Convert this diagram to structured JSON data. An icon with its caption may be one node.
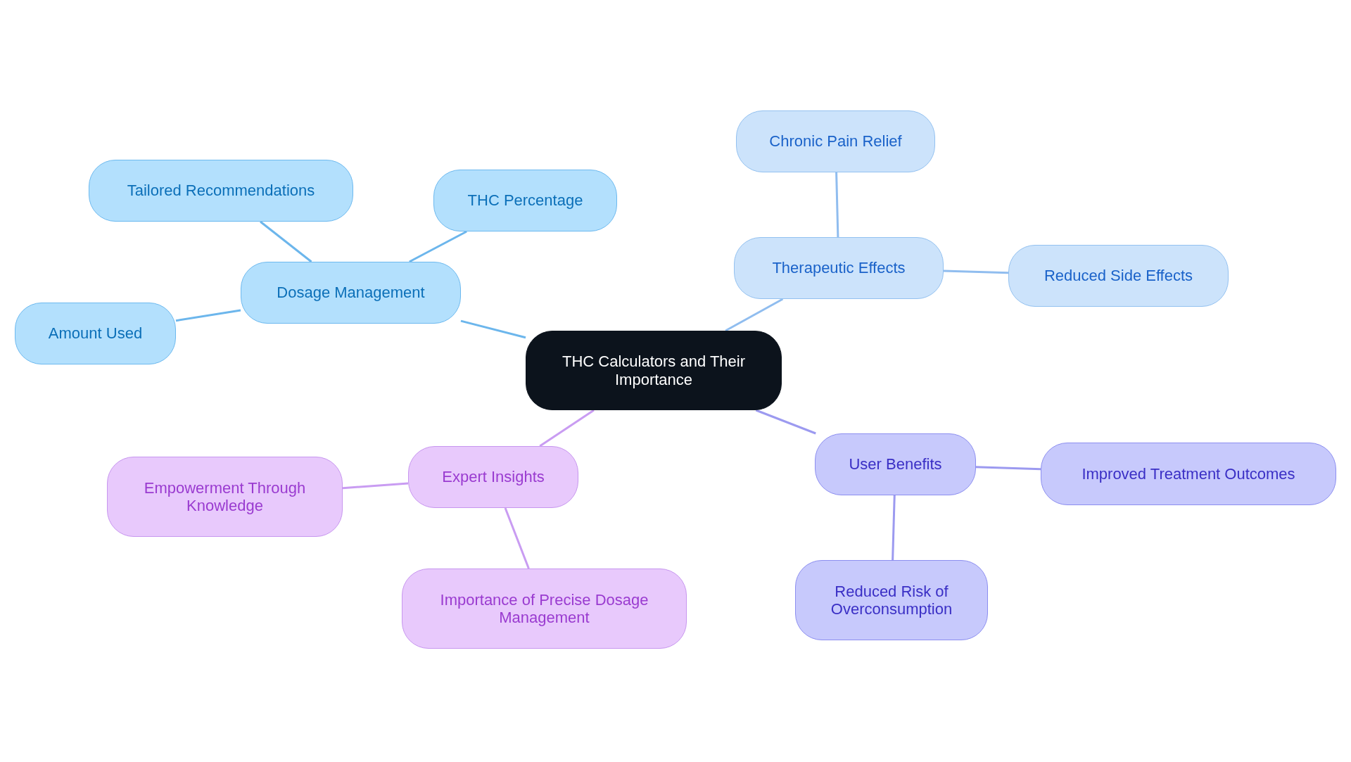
{
  "diagram": {
    "nodes": [
      {
        "text": [
          "THC Calculators and Their Importance"
        ]
      },
      {
        "text": [
          "Dosage Management"
        ]
      },
      {
        "text": [
          "Tailored Recommendations"
        ]
      },
      {
        "text": [
          "THC Percentage"
        ]
      },
      {
        "text": [
          "Amount Used"
        ]
      },
      {
        "text": [
          "Therapeutic Effects"
        ]
      },
      {
        "text": [
          "Chronic Pain Relief"
        ]
      },
      {
        "text": [
          "Reduced Side Effects"
        ]
      },
      {
        "text": [
          "User Benefits"
        ]
      },
      {
        "text": [
          "Improved Treatment Outcomes"
        ]
      },
      {
        "text": [
          "Reduced Risk of Overconsumption"
        ]
      },
      {
        "text": [
          "Expert Insights"
        ]
      },
      {
        "text": [
          "Empowerment Through Knowledge"
        ]
      },
      {
        "text": [
          "Importance of Precise Dosage Management"
        ]
      }
    ],
    "edges": [
      {
        "from": 0,
        "to": 1,
        "arrow": "none",
        "color": "#6cb6ec"
      },
      {
        "from": 1,
        "to": 2,
        "arrow": "none",
        "color": "#6cb6ec"
      },
      {
        "from": 1,
        "to": 3,
        "arrow": "none",
        "color": "#6cb6ec"
      },
      {
        "from": 1,
        "to": 4,
        "arrow": "none",
        "color": "#6cb6ec"
      },
      {
        "from": 0,
        "to": 5,
        "arrow": "none",
        "color": "#90bdef"
      },
      {
        "from": 5,
        "to": 6,
        "arrow": "none",
        "color": "#90bdef"
      },
      {
        "from": 5,
        "to": 7,
        "arrow": "none",
        "color": "#90bdef"
      },
      {
        "from": 0,
        "to": 8,
        "arrow": "none",
        "color": "#9c9af0"
      },
      {
        "from": 8,
        "to": 9,
        "arrow": "none",
        "color": "#9c9af0"
      },
      {
        "from": 8,
        "to": 10,
        "arrow": "none",
        "color": "#9c9af0"
      },
      {
        "from": 0,
        "to": 11,
        "arrow": "none",
        "color": "#c99cf2"
      },
      {
        "from": 11,
        "to": 12,
        "arrow": "none",
        "color": "#c99cf2"
      },
      {
        "from": 11,
        "to": 13,
        "arrow": "none",
        "color": "#c99cf2"
      }
    ]
  }
}
